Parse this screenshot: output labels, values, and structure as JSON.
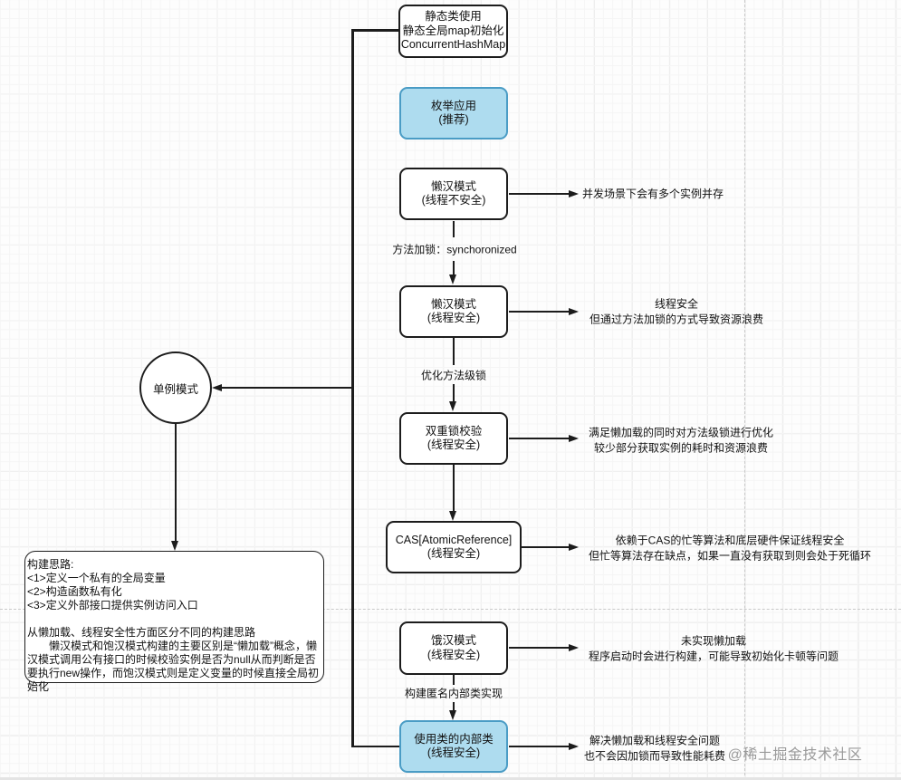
{
  "watermark": "@稀土掘金技术社区",
  "colors": {
    "node_border": "#1c1c1c",
    "blue_fill": "#AEDCEF",
    "blue_border": "#4A9CC5",
    "line": "#1c1c1c",
    "page_break": "#c9c9c9",
    "watermark": "#9a9a9a"
  },
  "diagram": {
    "root": {
      "label": "单例模式"
    },
    "nodes": {
      "static_map": {
        "lines": [
          "静态类使用",
          "静态全局map初始化",
          "ConcurrentHashMap"
        ]
      },
      "enum": {
        "lines": [
          "枚举应用",
          "(推荐)"
        ]
      },
      "lazy_unsafe": {
        "lines": [
          "懒汉模式",
          "(线程不安全)"
        ]
      },
      "lazy_safe": {
        "lines": [
          "懒汉模式",
          "(线程安全)"
        ]
      },
      "double_check": {
        "lines": [
          "双重锁校验",
          "(线程安全)"
        ]
      },
      "cas": {
        "lines": [
          "CAS[AtomicReference]",
          "(线程安全)"
        ]
      },
      "eager": {
        "lines": [
          "饿汉模式",
          "(线程安全)"
        ]
      },
      "inner_class": {
        "lines": [
          "使用类的内部类",
          "(线程安全)"
        ]
      }
    },
    "edge_labels": {
      "method_lock": "方法加锁：synchoronized",
      "optimize_lock": "优化方法级锁",
      "anonymous_inner": "构建匿名内部类实现"
    },
    "annotations": {
      "lazy_unsafe": {
        "lines": [
          "并发场景下会有多个实例并存"
        ]
      },
      "lazy_safe": {
        "lines": [
          "线程安全",
          "但通过方法加锁的方式导致资源浪费"
        ]
      },
      "double_check": {
        "lines": [
          "满足懒加载的同时对方法级锁进行优化",
          "较少部分获取实例的耗时和资源浪费"
        ]
      },
      "cas": {
        "lines": [
          "依赖于CAS的忙等算法和底层硬件保证线程安全",
          "但忙等算法存在缺点，如果一直没有获取到则会处于死循环"
        ]
      },
      "eager": {
        "lines": [
          "未实现懒加载",
          "程序启动时会进行构建，可能导致初始化卡顿等问题"
        ]
      },
      "inner_class": {
        "lines": [
          "解决懒加载和线程安全问题",
          "也不会因加锁而导致性能耗费"
        ]
      }
    },
    "note": {
      "lines": [
        "构建思路:",
        "<1>定义一个私有的全局变量",
        "<2>构造函数私有化",
        "<3>定义外部接口提供实例访问入口",
        "",
        "从懒加载、线程安全性方面区分不同的构建思路",
        "　　懒汉模式和饱汉模式构建的主要区别是“懒加载”概念，懒汉模式调用公有接口的时候校验实例是否为null从而判断是否要执行new操作，而饱汉模式则是定义变量的时候直接全局初始化"
      ]
    }
  }
}
